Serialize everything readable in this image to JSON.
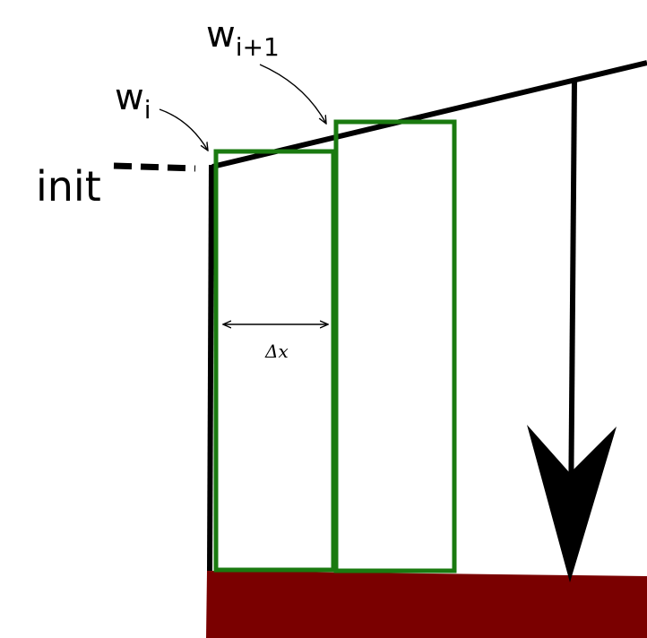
{
  "labels": {
    "init": "init",
    "w_i_base": "w",
    "w_i_sub": "i",
    "w_i1_base": "w",
    "w_i1_sub": "i+1",
    "delta_x": "Δx"
  },
  "colors": {
    "line": "#000000",
    "box": "#1a7a10",
    "base": "#7a0000",
    "background": "#ffffff"
  }
}
